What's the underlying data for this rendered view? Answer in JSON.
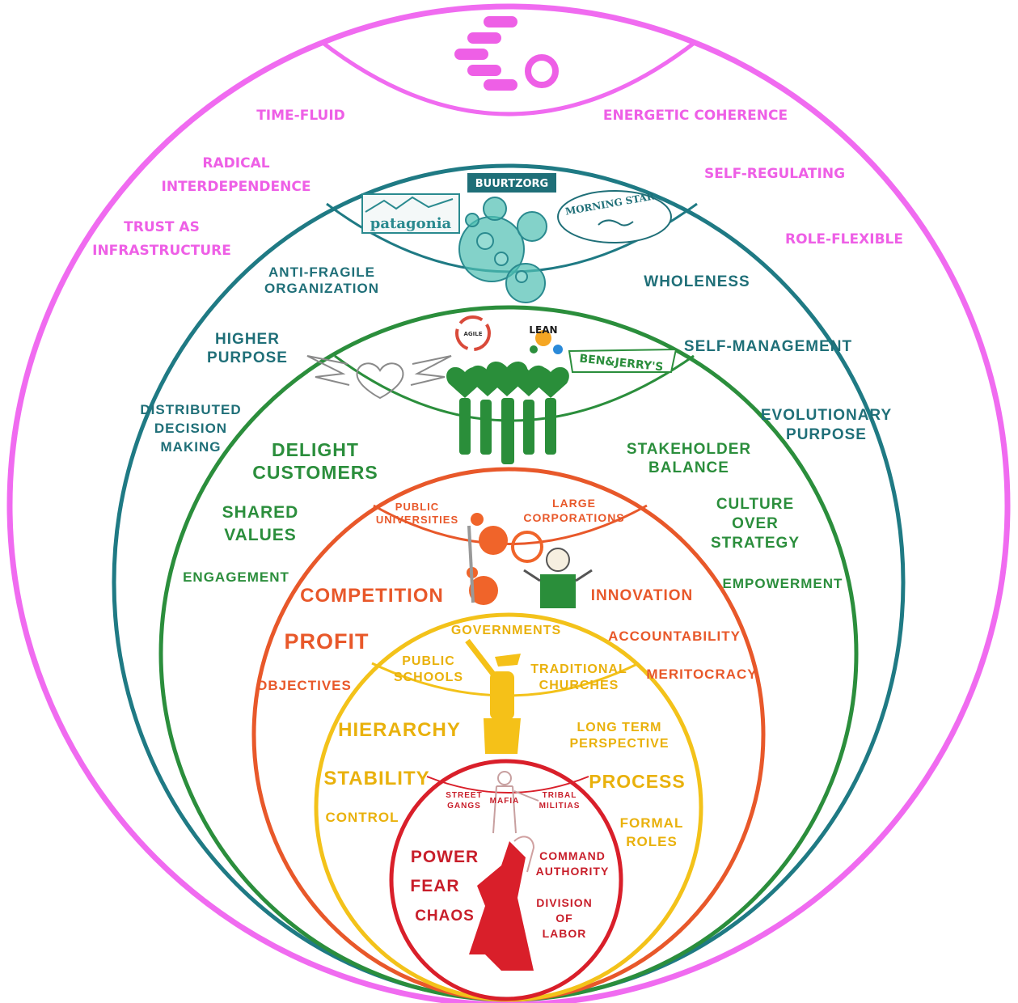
{
  "colors": {
    "outer_ring": "#f06bf0",
    "teal_ring": "#1f7a84",
    "green_ring": "#2b8e3c",
    "orange_ring": "#e8582a",
    "amber_ring": "#f3c21a",
    "red_ring": "#d91f2a",
    "teal_text": "#1f6f78",
    "green_text": "#2b8e3c",
    "orange_text": "#e8582a",
    "amber_text": "#e9b10c",
    "red_text": "#c81e2a",
    "pink_text": "#ee5fe6"
  },
  "icons": [
    "logo-mark-icon",
    "bubbles-icon",
    "hearts-people-icon",
    "gears-icon",
    "soldier-icon",
    "wolf-icon",
    "agile-cycle-icon",
    "lean-cycle-icon",
    "winged-heart-icon"
  ],
  "outer": {
    "time_fluid": "TIME-FLUID",
    "radical_1": "RADICAL",
    "radical_2": "INTERDEPENDENCE",
    "trust_1": "TRUST AS",
    "trust_2": "INFRASTRUCTURE",
    "energetic": "ENERGETIC COHERENCE",
    "self_regulating": "SELF-REGULATING",
    "role_flexible": "ROLE-FLEXIBLE"
  },
  "teal": {
    "buurtzorg": "BUURTZORG",
    "patagonia": "patagonia",
    "morning_star": "MORNING STAR",
    "antifragile_1": "ANTI-FRAGILE",
    "antifragile_2": "ORGANIZATION",
    "higher_1": "HIGHER",
    "higher_2": "PURPOSE",
    "distributed_1": "DISTRIBUTED",
    "distributed_2": "DECISION",
    "distributed_3": "MAKING",
    "wholeness": "WHOLENESS",
    "self_management": "SELF-MANAGEMENT",
    "evolutionary_1": "EVOLUTIONARY",
    "evolutionary_2": "PURPOSE"
  },
  "green": {
    "agile": "AGILE",
    "lean": "LEAN",
    "ben_jerrys": "BEN&JERRY'S",
    "delight_1": "DELIGHT",
    "delight_2": "CUSTOMERS",
    "shared_1": "SHARED",
    "shared_2": "VALUES",
    "engagement": "ENGAGEMENT",
    "stakeholder_1": "STAKEHOLDER",
    "stakeholder_2": "BALANCE",
    "culture_1": "CULTURE",
    "culture_2": "OVER",
    "culture_3": "STRATEGY",
    "empowerment": "EMPOWERMENT"
  },
  "orange": {
    "public_univ_1": "PUBLIC",
    "public_univ_2": "UNIVERSITIES",
    "large_corp_1": "LARGE",
    "large_corp_2": "CORPORATIONS",
    "competition": "COMPETITION",
    "innovation": "INNOVATION",
    "profit": "PROFIT",
    "accountability": "ACCOUNTABILITY",
    "objectives": "OBJECTIVES",
    "meritocracy": "MERITOCRACY"
  },
  "amber": {
    "governments": "GOVERNMENTS",
    "public_schools_1": "PUBLIC",
    "public_schools_2": "SCHOOLS",
    "churches_1": "TRADITIONAL",
    "churches_2": "CHURCHES",
    "hierarchy": "HIERARCHY",
    "long_term_1": "LONG TERM",
    "long_term_2": "PERSPECTIVE",
    "stability": "STABILITY",
    "process": "PROCESS",
    "control": "CONTROL",
    "formal_1": "FORMAL",
    "formal_2": "ROLES"
  },
  "red": {
    "street_1": "STREET",
    "street_2": "GANGS",
    "mafia": "MAFIA",
    "tribal_1": "TRIBAL",
    "tribal_2": "MILITIAS",
    "power": "POWER",
    "fear": "FEAR",
    "chaos": "CHAOS",
    "command_1": "COMMAND",
    "command_2": "AUTHORITY",
    "division_1": "DIVISION",
    "division_2": "OF",
    "division_3": "LABOR"
  }
}
